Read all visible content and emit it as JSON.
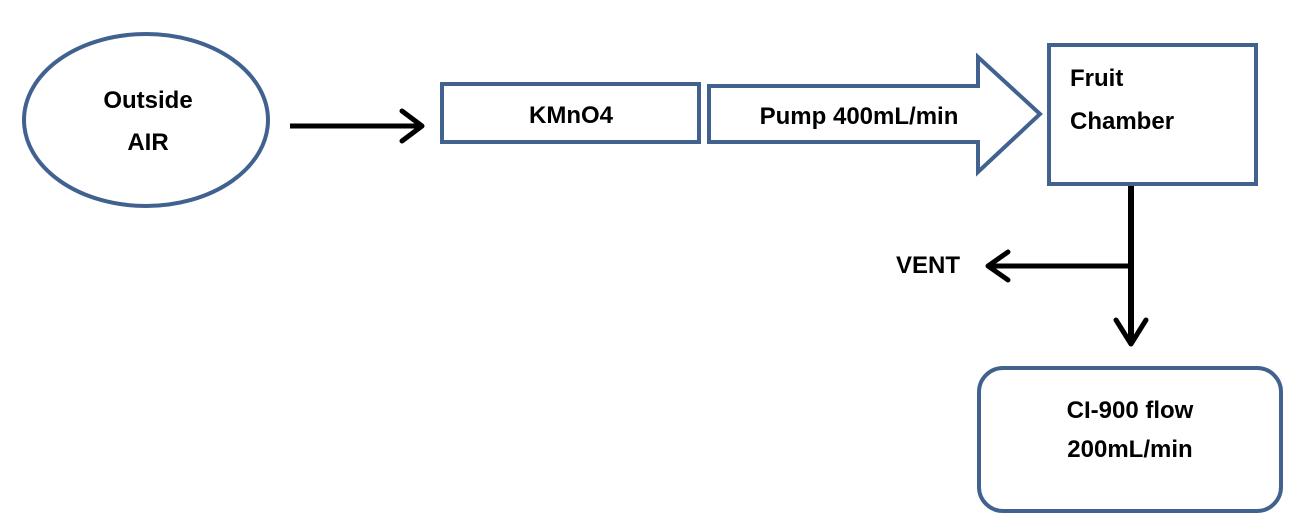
{
  "diagram": {
    "nodes": {
      "outside_air": {
        "line1": "Outside",
        "line2": "AIR"
      },
      "kmno4": {
        "label": "KMnO4"
      },
      "pump": {
        "label": "Pump 400mL/min"
      },
      "fruit_chamber": {
        "line1": "Fruit",
        "line2": "Chamber"
      },
      "vent": {
        "label": "VENT"
      },
      "ci900": {
        "line1": "CI-900 flow",
        "line2": "200mL/min"
      }
    },
    "edges": [
      {
        "from": "Outside AIR",
        "to": "KMnO4"
      },
      {
        "from": "KMnO4",
        "to": "Pump 400mL/min"
      },
      {
        "from": "Pump 400mL/min",
        "to": "Fruit Chamber"
      },
      {
        "from": "Fruit Chamber",
        "to": "VENT"
      },
      {
        "from": "Fruit Chamber",
        "to": "CI-900 flow 200mL/min"
      }
    ]
  },
  "colors": {
    "shape_stroke": "#41628f",
    "arrow": "#000000",
    "text": "#000000",
    "background": "#ffffff"
  }
}
